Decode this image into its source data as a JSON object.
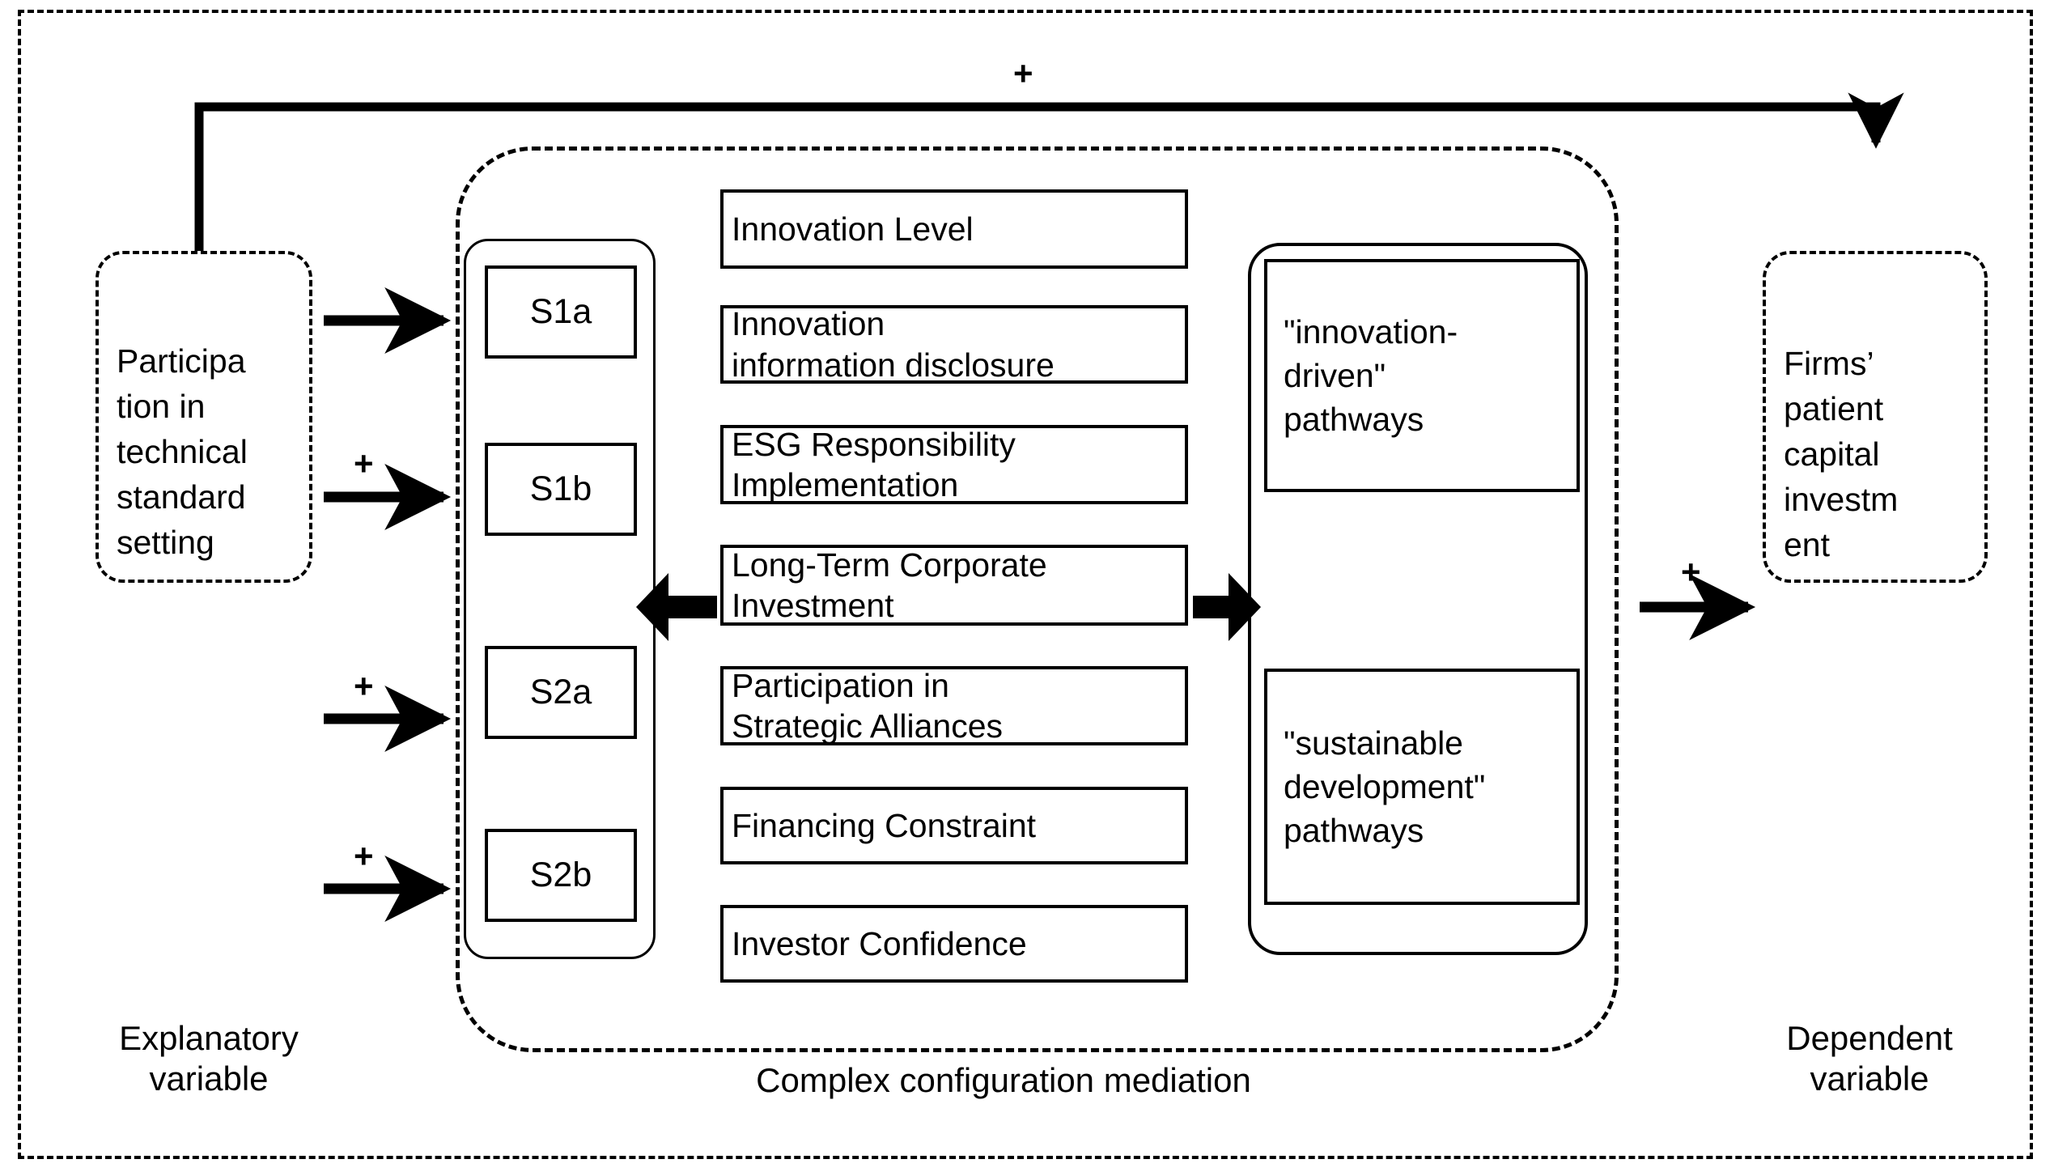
{
  "diagram": {
    "title": "Complex configuration mediation research framework",
    "line_color": "#000000",
    "background": "#ffffff"
  },
  "explanatory": {
    "box_label": "Participa\ntion in\ntechnical\nstandard\nsetting",
    "caption": "Explanatory\nvariable"
  },
  "dependent": {
    "box_label": "Firms’\npatient\ncapital\ninvestm\nent",
    "caption": "Dependent\nvariable"
  },
  "mediation": {
    "caption": "Complex configuration mediation",
    "s_boxes": [
      {
        "label": "S1a"
      },
      {
        "label": "S1b"
      },
      {
        "label": "S2a"
      },
      {
        "label": "S2b"
      }
    ],
    "mechanism_boxes": [
      {
        "label": "Innovation Level"
      },
      {
        "label": "Innovation\ninformation disclosure"
      },
      {
        "label": "ESG Responsibility\nImplementation"
      },
      {
        "label": "Long-Term Corporate\nInvestment"
      },
      {
        "label": "Participation in\nStrategic Alliances"
      },
      {
        "label": "Financing Constraint"
      },
      {
        "label": "Investor Confidence"
      }
    ],
    "pathway_boxes": [
      {
        "label": "\"innovation-\ndriven\"\npathways"
      },
      {
        "label": "\"sustainable\ndevelopment\"\npathways"
      }
    ]
  },
  "edges": {
    "top_feedback_sign": "+",
    "s1a_sign": "",
    "s1b_sign": "+",
    "s2a_sign": "+",
    "s2b_sign": "+",
    "mediation_to_dependent_sign": "+"
  }
}
